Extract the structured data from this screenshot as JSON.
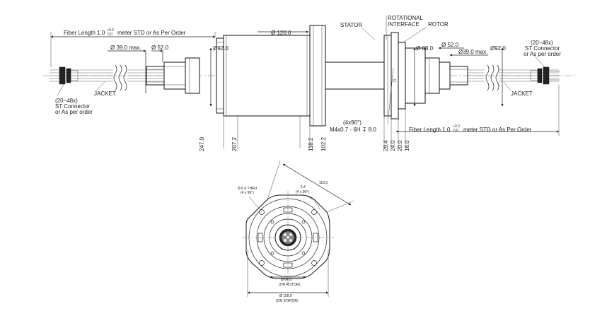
{
  "side_view": {
    "fiber_length_left": {
      "prefix": "Fiber Length 1.0",
      "tol_plus": "+0.2",
      "tol_zero": "0.0",
      "suffix": "meter STD or As Per Order"
    },
    "fiber_length_right": {
      "prefix": "Fiber Length 1.0",
      "tol_plus": "+0.2",
      "tol_zero": "0.0",
      "suffix": "meter STD or As Per Order"
    },
    "dia_120": "Ø 120.0",
    "dia_39_left": "Ø 39.0 max.",
    "dia_52_left": "Ø 52.0",
    "dia_92_left": "Ø92.0",
    "dia_88": "Ø 88.0",
    "dia_52_right": "Ø 52.0",
    "dia_39_right": "Ø39.0 max.",
    "dia_92_right": "Ø92.0",
    "stator": "STATOR",
    "rotational_interface_1": "ROTATIONAL",
    "rotational_interface_2": "INTERFACE",
    "rotor": "ROTOR",
    "connector_left": [
      "(20~48x)",
      "ST Connector",
      "or As per order"
    ],
    "connector_right": [
      "(20~48x)",
      "ST Connector",
      "or As per order"
    ],
    "jacket_left": "JACKET",
    "jacket_right": "JACKET",
    "thread_1": "(4x90°)",
    "thread_2": "M4x0.7 - 6H ↧ 8.0",
    "dim_247": "247.0",
    "dim_207": "207.2",
    "dim_118": "118.2",
    "dim_102": "102.2",
    "dim_29": "29.4",
    "dim_24": "24.0",
    "dim_20": "20.0",
    "dim_16": "16.0"
  },
  "end_view": {
    "dim_110": "110.0",
    "hole_1": "Ø 6.6 THRU",
    "hole_2": "(4 x 90°)",
    "angle_1": "6.4",
    "angle_2": "(4 x 90°)",
    "dia_64_1": "Ø 64.0",
    "dia_64_2": "(ON ROTOR)",
    "dia_108_1": "Ø 108.0",
    "dia_108_2": "(ON STATOR)"
  },
  "colors": {
    "line": "#222222",
    "background": "#ffffff"
  }
}
